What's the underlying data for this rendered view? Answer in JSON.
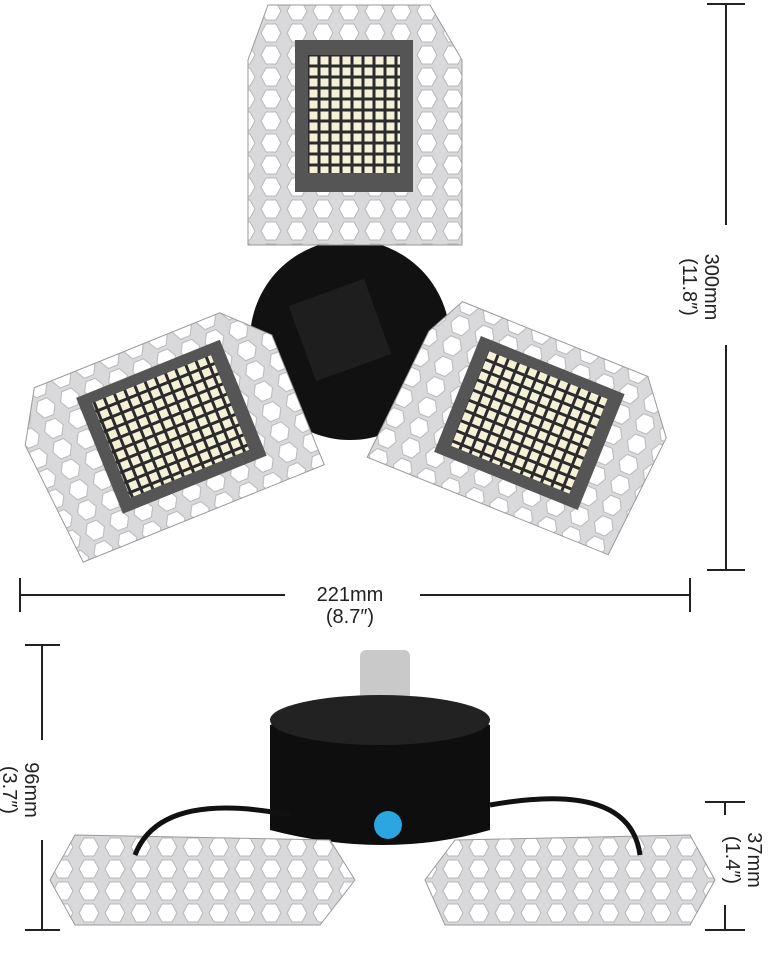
{
  "dimensions": {
    "height": {
      "metric": "300mm",
      "imperial": "(11.8″)"
    },
    "width": {
      "metric": "221mm",
      "imperial": "(8.7″)"
    },
    "folded_height": {
      "metric": "96mm",
      "imperial": "(3.7″)"
    },
    "panel_height": {
      "metric": "37mm",
      "imperial": "(1.4″)"
    }
  },
  "colors": {
    "panel": "#d9d9db",
    "led": "#f4f1d8",
    "base": "#111111",
    "button": "#2aa7e0",
    "line": "#222222"
  }
}
